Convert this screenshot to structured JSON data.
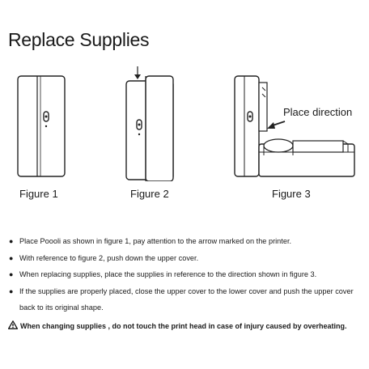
{
  "title": "Replace Supplies",
  "figures": [
    {
      "caption": "Figure 1"
    },
    {
      "caption": "Figure 2"
    },
    {
      "caption": "Figure 3",
      "annotation": "Place direction"
    }
  ],
  "steps": [
    "Place Poooli as shown in figure 1, pay attention to the arrow marked on the printer.",
    "With reference to figure 2, push down the upper cover.",
    "When replacing supplies, place the supplies in reference to the direction shown in figure 3.",
    "If the supplies are properly placed, close the upper cover to the lower cover and push the upper cover back to its original shape."
  ],
  "bullet_glyph": "●",
  "warning": {
    "icon": "warning-triangle-icon",
    "text": "When changing supplies , do not touch the print head in case of injury caused by overheating."
  }
}
